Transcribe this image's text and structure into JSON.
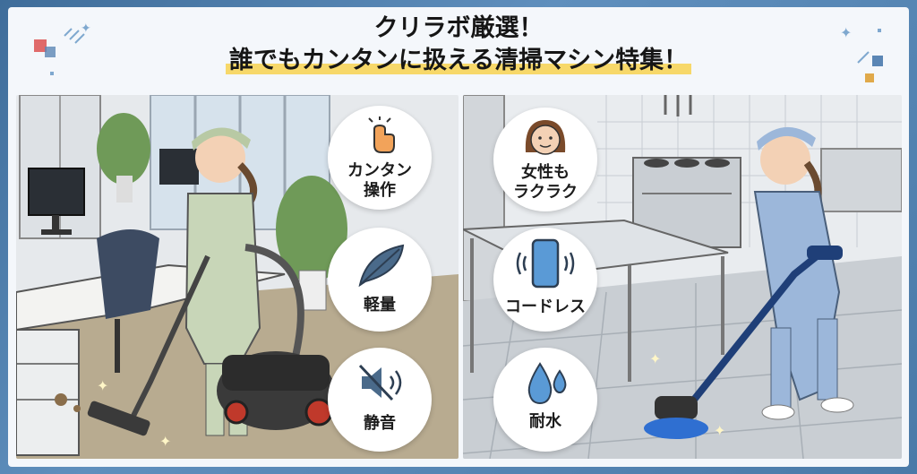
{
  "title": {
    "line1": "クリラボ厳選！",
    "line2": "誰でもカンタンに扱える清掃マシン特集！"
  },
  "left_panel": {
    "scene": "office",
    "features": [
      {
        "icon": "hand-tap-icon",
        "label_line1": "カンタン",
        "label_line2": "操作"
      },
      {
        "icon": "feather-icon",
        "label_line1": "軽量",
        "label_line2": ""
      },
      {
        "icon": "mute-icon",
        "label_line1": "静音",
        "label_line2": ""
      }
    ]
  },
  "right_panel": {
    "scene": "kitchen",
    "features": [
      {
        "icon": "woman-face-icon",
        "label_line1": "女性も",
        "label_line2": "ラクラク"
      },
      {
        "icon": "smartphone-icon",
        "label_line1": "コードレス",
        "label_line2": ""
      },
      {
        "icon": "water-drops-icon",
        "label_line1": "耐水",
        "label_line2": ""
      }
    ]
  },
  "colors": {
    "background": "#4a7aa8",
    "highlight": "#f7d86a",
    "office_floor": "#b8ab90",
    "kitchen_floor": "#c9ced3",
    "uniform_left": "#c8d6b8",
    "uniform_right": "#9cb7da"
  }
}
